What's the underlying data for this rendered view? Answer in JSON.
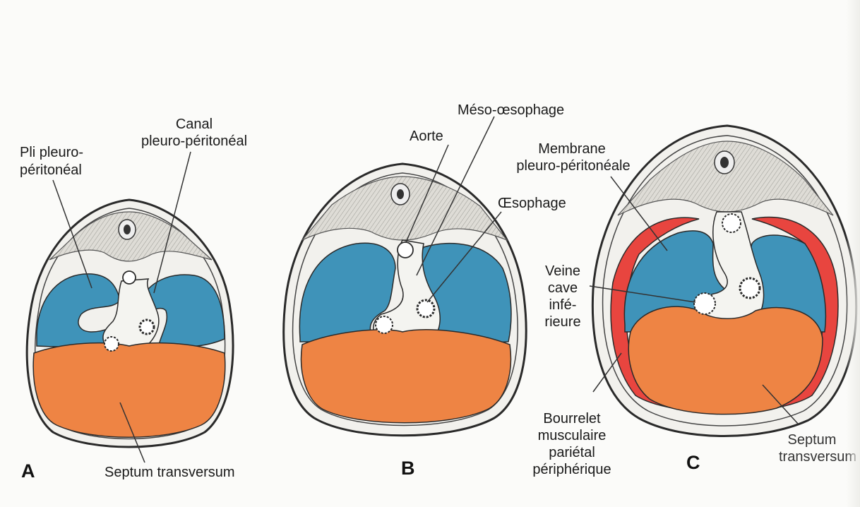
{
  "panels": [
    {
      "letter": "A"
    },
    {
      "letter": "B"
    },
    {
      "letter": "C"
    }
  ],
  "labels": {
    "a_pli": [
      "Pli pleuro-",
      "péritonéal"
    ],
    "a_canal": [
      "Canal",
      "pleuro-péritonéal"
    ],
    "a_septum": "Septum transversum",
    "b_aorte": "Aorte",
    "b_meso": "Méso-œsophage",
    "b_oesophage": "Œsophage",
    "c_membrane": [
      "Membrane",
      "pleuro-péritonéale"
    ],
    "c_veine": [
      "Veine",
      "cave",
      "infé-",
      "rieure"
    ],
    "c_bourrelet": [
      "Bourrelet",
      "musculaire",
      "pariétal",
      "périphérique"
    ],
    "c_septum": [
      "Septum",
      "transversum"
    ]
  },
  "colors": {
    "pleural_cavity": "#3f93b9",
    "septum_transversum": "#ee8444",
    "muscular_rim": "#e8453f",
    "outline": "#2a2a2a",
    "vertebral_region": "#d9d9d4"
  }
}
